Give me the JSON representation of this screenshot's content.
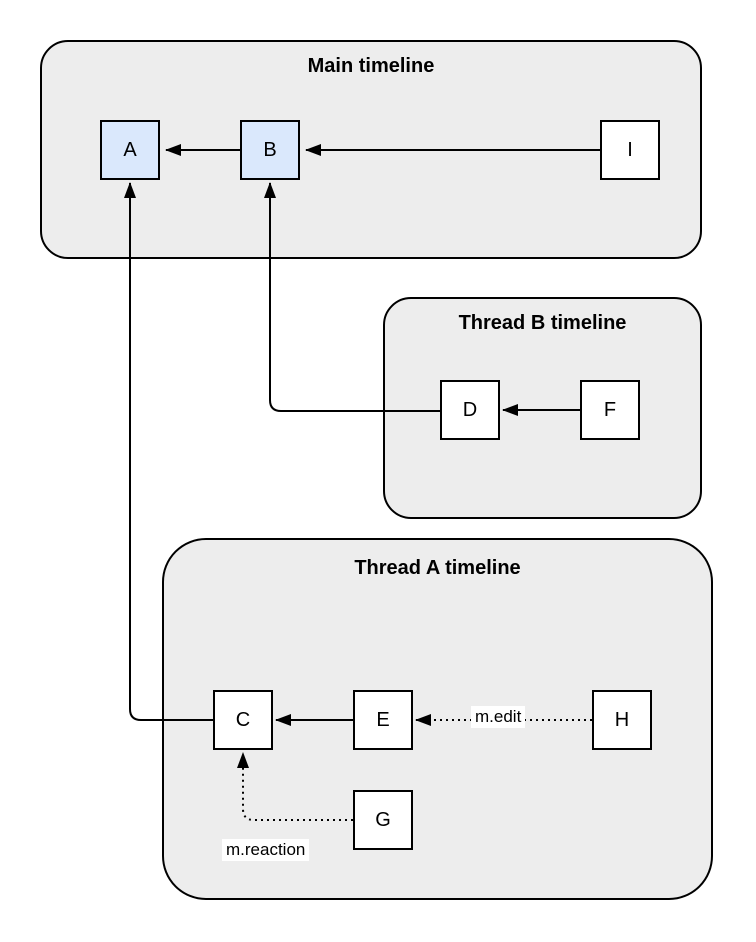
{
  "diagram": {
    "containers": [
      {
        "id": "main",
        "title": "Main timeline"
      },
      {
        "id": "thread_b",
        "title": "Thread B timeline"
      },
      {
        "id": "thread_a",
        "title": "Thread A timeline"
      }
    ],
    "nodes": [
      {
        "id": "A",
        "label": "A",
        "highlighted": true,
        "container": "main"
      },
      {
        "id": "B",
        "label": "B",
        "highlighted": true,
        "container": "main"
      },
      {
        "id": "I",
        "label": "I",
        "highlighted": false,
        "container": "main"
      },
      {
        "id": "D",
        "label": "D",
        "highlighted": false,
        "container": "thread_b"
      },
      {
        "id": "F",
        "label": "F",
        "highlighted": false,
        "container": "thread_b"
      },
      {
        "id": "C",
        "label": "C",
        "highlighted": false,
        "container": "thread_a"
      },
      {
        "id": "E",
        "label": "E",
        "highlighted": false,
        "container": "thread_a"
      },
      {
        "id": "H",
        "label": "H",
        "highlighted": false,
        "container": "thread_a"
      },
      {
        "id": "G",
        "label": "G",
        "highlighted": false,
        "container": "thread_a"
      }
    ],
    "edges": [
      {
        "from": "B",
        "to": "A",
        "style": "solid",
        "label": ""
      },
      {
        "from": "I",
        "to": "B",
        "style": "solid",
        "label": ""
      },
      {
        "from": "F",
        "to": "D",
        "style": "solid",
        "label": ""
      },
      {
        "from": "E",
        "to": "C",
        "style": "solid",
        "label": ""
      },
      {
        "from": "D",
        "to": "B",
        "style": "solid",
        "label": ""
      },
      {
        "from": "C",
        "to": "A",
        "style": "solid",
        "label": ""
      },
      {
        "from": "H",
        "to": "E",
        "style": "dotted",
        "label": "m.edit"
      },
      {
        "from": "G",
        "to": "C",
        "style": "dotted",
        "label": "m.reaction"
      }
    ],
    "colors": {
      "highlight_fill": "#dae8fc",
      "node_fill": "#ffffff",
      "container_fill": "#ededed",
      "stroke": "#000000",
      "background": "#ffffff"
    }
  }
}
